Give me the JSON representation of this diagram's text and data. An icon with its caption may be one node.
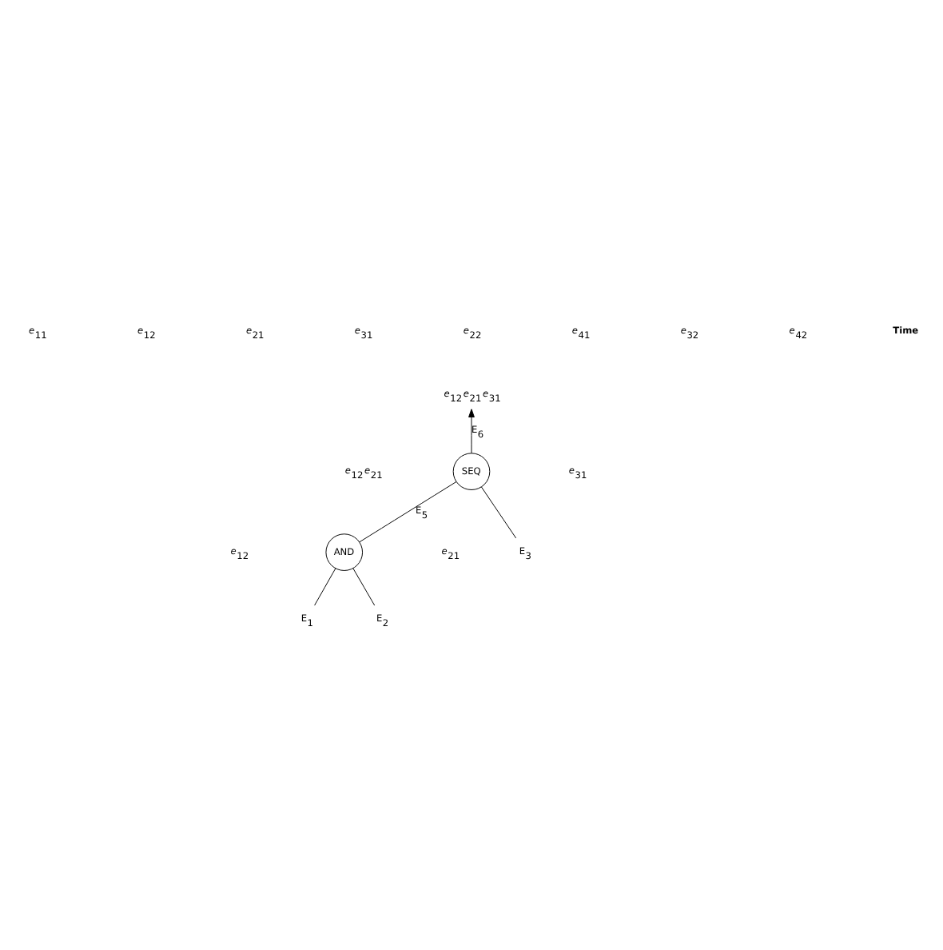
{
  "diagram": {
    "nodes": [
      {
        "text": [
          "SEQ"
        ]
      },
      {
        "text": [
          "AND"
        ]
      },
      {
        "text": [
          "E$_{1}$"
        ]
      },
      {
        "text": [
          "E$_{2}$"
        ]
      },
      {
        "text": [
          "E$_{3}$"
        ]
      },
      {
        "text": [
          "*e*$_{12}$ *e*$_{21}$ *e*$_{31}$"
        ]
      }
    ],
    "edges": [
      {
        "from": 1,
        "to": 0,
        "arrow": "none",
        "label": "E$_{5}$"
      },
      {
        "from": 2,
        "to": 1,
        "arrow": "none"
      },
      {
        "from": 3,
        "to": 1,
        "arrow": "none"
      },
      {
        "from": 4,
        "to": 0,
        "arrow": "none"
      },
      {
        "from": 0,
        "to": 5,
        "arrow": "to",
        "label": "E$_{6}$"
      }
    ],
    "labels": [
      "Time",
      "*e*$_{11}$",
      "*e*$_{12}$",
      "*e*$_{21}$",
      "*e*$_{31}$",
      "*e*$_{22}$",
      "*e*$_{41}$",
      "*e*$_{32}$",
      "*e*$_{42}$",
      "*e*$_{12}$ *e*$_{21}$",
      "*e*$_{31}$",
      "*e*$_{12}$",
      "*e*$_{21}$"
    ]
  }
}
